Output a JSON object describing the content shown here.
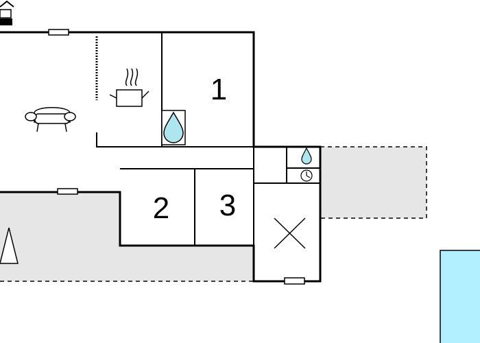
{
  "floorplan": {
    "rooms": [
      {
        "id": "bedroom-1",
        "label": "1"
      },
      {
        "id": "bedroom-2",
        "label": "2"
      },
      {
        "id": "bedroom-3",
        "label": "3"
      }
    ],
    "icons": [
      "house-icon",
      "window-icon",
      "sofa-icon",
      "cooking-pot-icon",
      "water-drop-icon",
      "clock-icon",
      "cross-icon",
      "tree-icon",
      "pool-icon"
    ],
    "colors": {
      "wall": "#000000",
      "terrace": "#e6e6e6",
      "pool": "#b3f0ff",
      "water": "#aee6f0"
    }
  }
}
